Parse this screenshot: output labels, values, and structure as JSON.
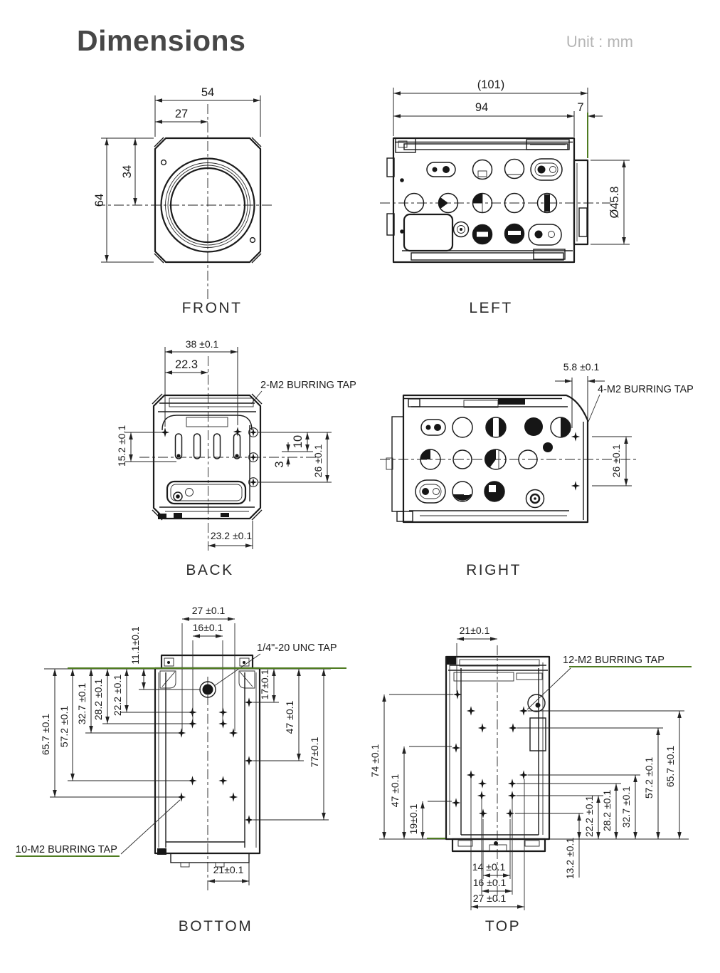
{
  "header": {
    "title": "Dimensions",
    "unit": "Unit : mm"
  },
  "colors": {
    "line": "#1b1b1b",
    "accent_green": "#4e7b20",
    "title_gray": "#474747",
    "unit_gray": "#b5b5b5"
  },
  "views": {
    "front": {
      "caption": "FRONT",
      "dims": {
        "d54": "54",
        "d27": "27",
        "d64": "64",
        "d34": "34"
      }
    },
    "left": {
      "caption": "LEFT",
      "dims": {
        "d101": "(101)",
        "d94": "94",
        "d7": "7",
        "dia": "Ø45.8"
      }
    },
    "back": {
      "caption": "BACK",
      "note": "2-M2 BURRING TAP",
      "dims": {
        "d38": "38 ±0.1",
        "d223": "22.3",
        "d152": "15.2 ±0.1",
        "d10": "10",
        "d3": "3",
        "d26": "26 ±0.1",
        "d232": "23.2 ±0.1"
      }
    },
    "right": {
      "caption": "RIGHT",
      "note": "4-M2 BURRING TAP",
      "dims": {
        "d58": "5.8 ±0.1",
        "d26": "26 ±0.1"
      }
    },
    "bottom": {
      "caption": "BOTTOM",
      "note_unc": "1/4\"-20 UNC TAP",
      "note_tap": "10-M2 BURRING TAP",
      "dims": {
        "d27": "27 ±0.1",
        "d16": "16±0.1",
        "d111": "11.1±0.1",
        "d222": "22.2 ±0.1",
        "d282": "28.2 ±0.1",
        "d327": "32.7 ±0.1",
        "d572": "57.2 ±0.1",
        "d657": "65.7 ±0.1",
        "d17": "17±0.1",
        "d47": "47 ±0.1",
        "d77": "77±0.1",
        "d21": "21±0.1"
      }
    },
    "top": {
      "caption": "TOP",
      "note": "12-M2 BURRING TAP",
      "dims": {
        "d21": "21±0.1",
        "d74": "74 ±0.1",
        "d47": "47 ±0.1",
        "d19": "19±0.1",
        "d222": "22.2 ±0.1",
        "d282": "28.2 ±0.1",
        "d327": "32.7 ±0.1",
        "d572": "57.2 ±0.1",
        "d657": "65.7 ±0.1",
        "d132": "13.2 ±0.1",
        "d14": "14 ±0.1",
        "d16": "16 ±0.1",
        "d27": "27 ±0.1"
      }
    }
  }
}
